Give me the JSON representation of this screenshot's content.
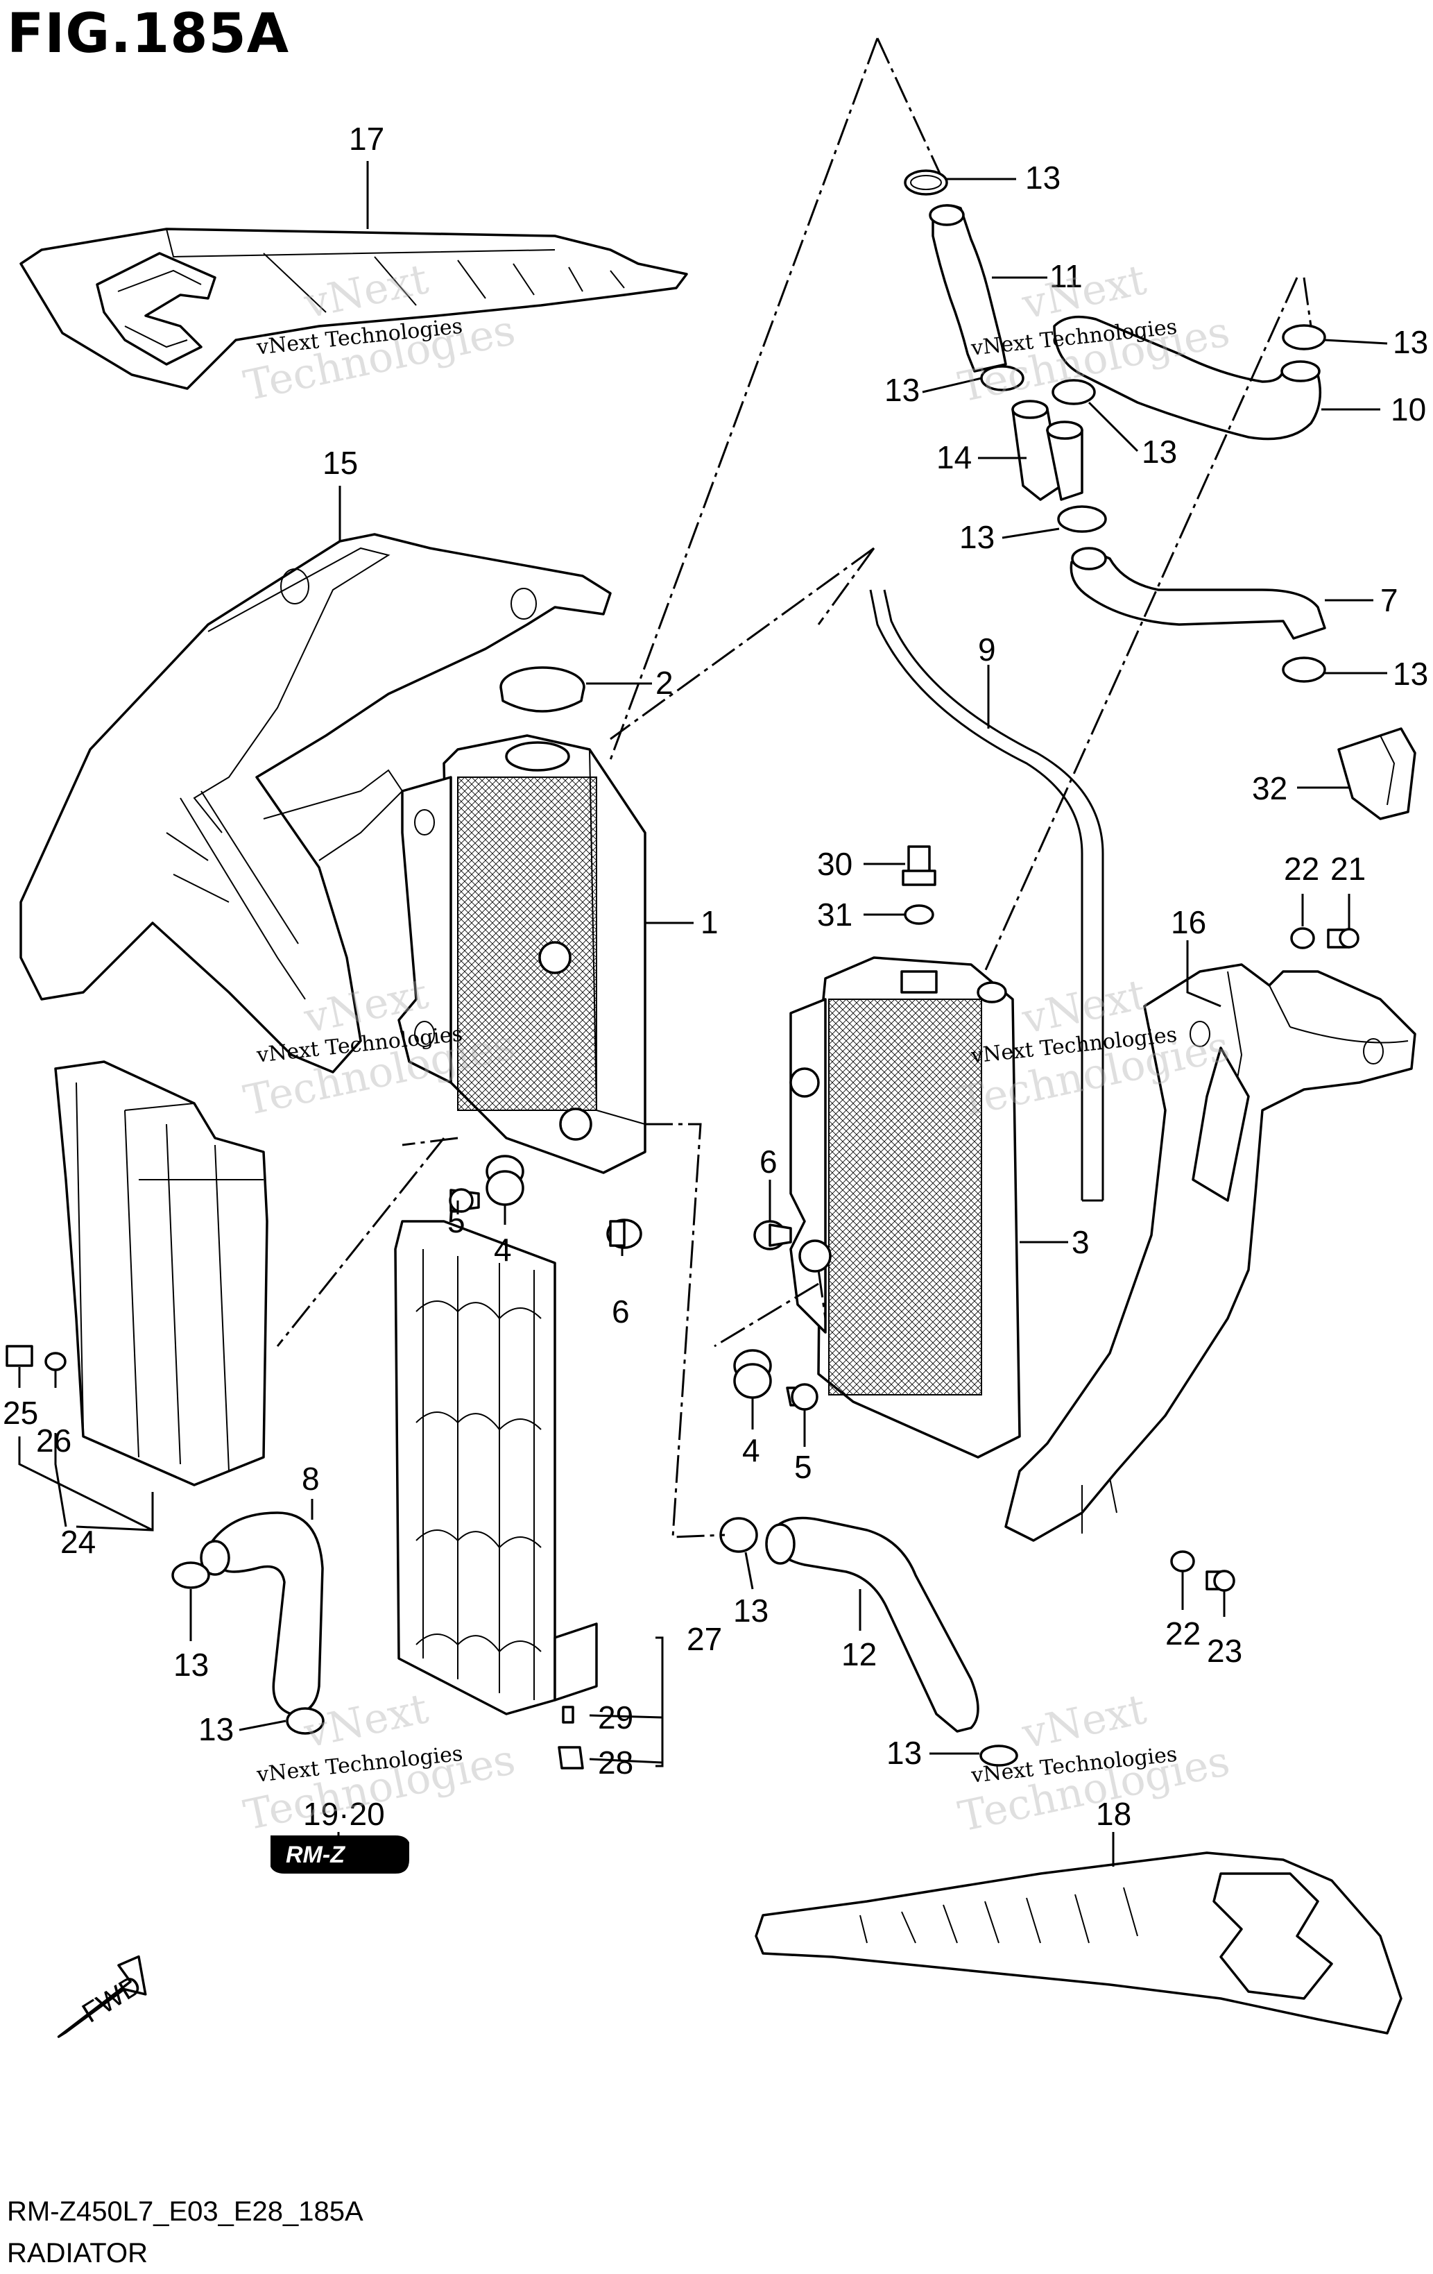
{
  "figure": {
    "title": "FIG.185A",
    "code": "RM-Z450L7_E03_E28_185A",
    "name": "RADIATOR"
  },
  "watermark": {
    "line1": "vNext",
    "line2": "Technologies",
    "full": "vNext Technologies"
  },
  "badge_text": "RM-Z",
  "fwd_label": "FWD",
  "callouts": [
    "17",
    "15",
    "2",
    "1",
    "13",
    "11",
    "13",
    "13",
    "10",
    "14",
    "13",
    "13",
    "7",
    "13",
    "9",
    "32",
    "30",
    "31",
    "22",
    "21",
    "16",
    "6",
    "3",
    "5",
    "4",
    "6",
    "25",
    "26",
    "24",
    "8",
    "4",
    "5",
    "13",
    "12",
    "27",
    "13",
    "29",
    "28",
    "13",
    "22",
    "23",
    "13",
    "18",
    "19·20"
  ]
}
